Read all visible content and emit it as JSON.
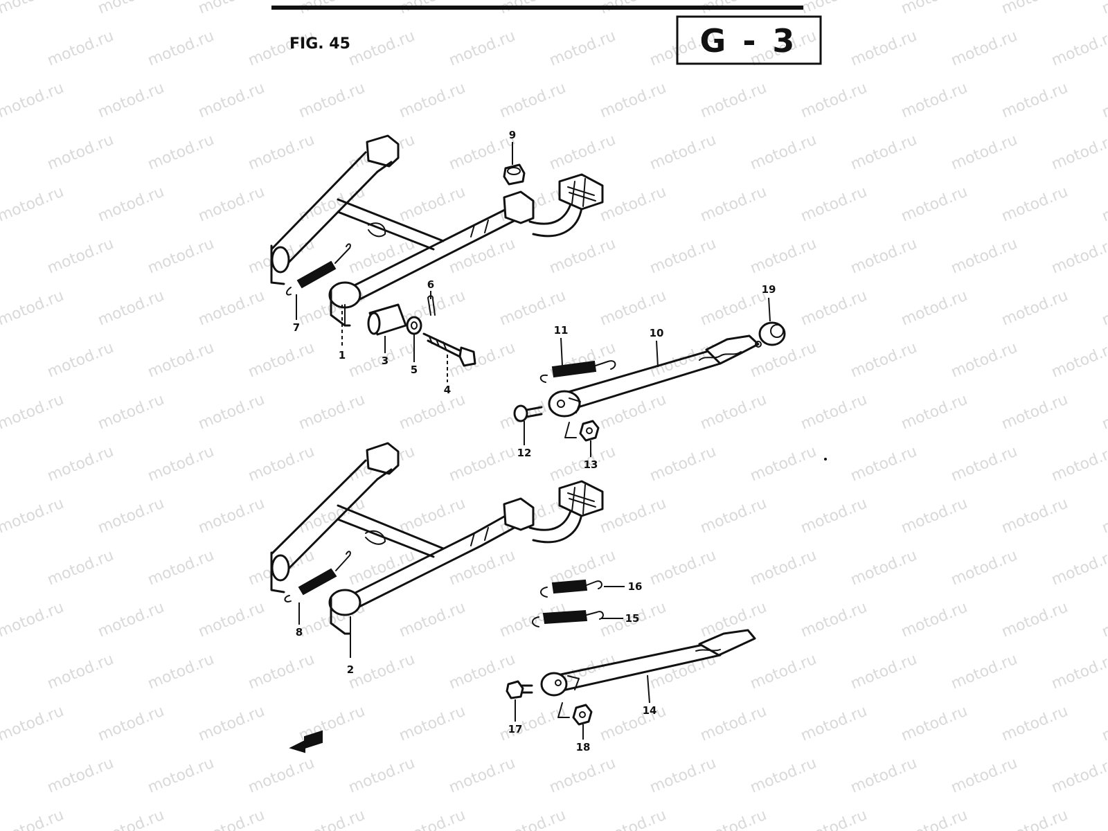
{
  "figure_label": "FIG. 45",
  "section_code": "G - 3",
  "watermark": "motod.ru",
  "callouts": [
    {
      "id": "1",
      "label": "1"
    },
    {
      "id": "2",
      "label": "2"
    },
    {
      "id": "3",
      "label": "3"
    },
    {
      "id": "4",
      "label": "4"
    },
    {
      "id": "5",
      "label": "5"
    },
    {
      "id": "6",
      "label": "6"
    },
    {
      "id": "7",
      "label": "7"
    },
    {
      "id": "8",
      "label": "8"
    },
    {
      "id": "9",
      "label": "9"
    },
    {
      "id": "10",
      "label": "10"
    },
    {
      "id": "11",
      "label": "11"
    },
    {
      "id": "12",
      "label": "12"
    },
    {
      "id": "13",
      "label": "13"
    },
    {
      "id": "14",
      "label": "14"
    },
    {
      "id": "15",
      "label": "15"
    },
    {
      "id": "16",
      "label": "16"
    },
    {
      "id": "17",
      "label": "17"
    },
    {
      "id": "18",
      "label": "18"
    },
    {
      "id": "19",
      "label": "19"
    }
  ],
  "colors": {
    "ink": "#111111",
    "watermark": "#d9d9d9",
    "background": "#ffffff"
  }
}
